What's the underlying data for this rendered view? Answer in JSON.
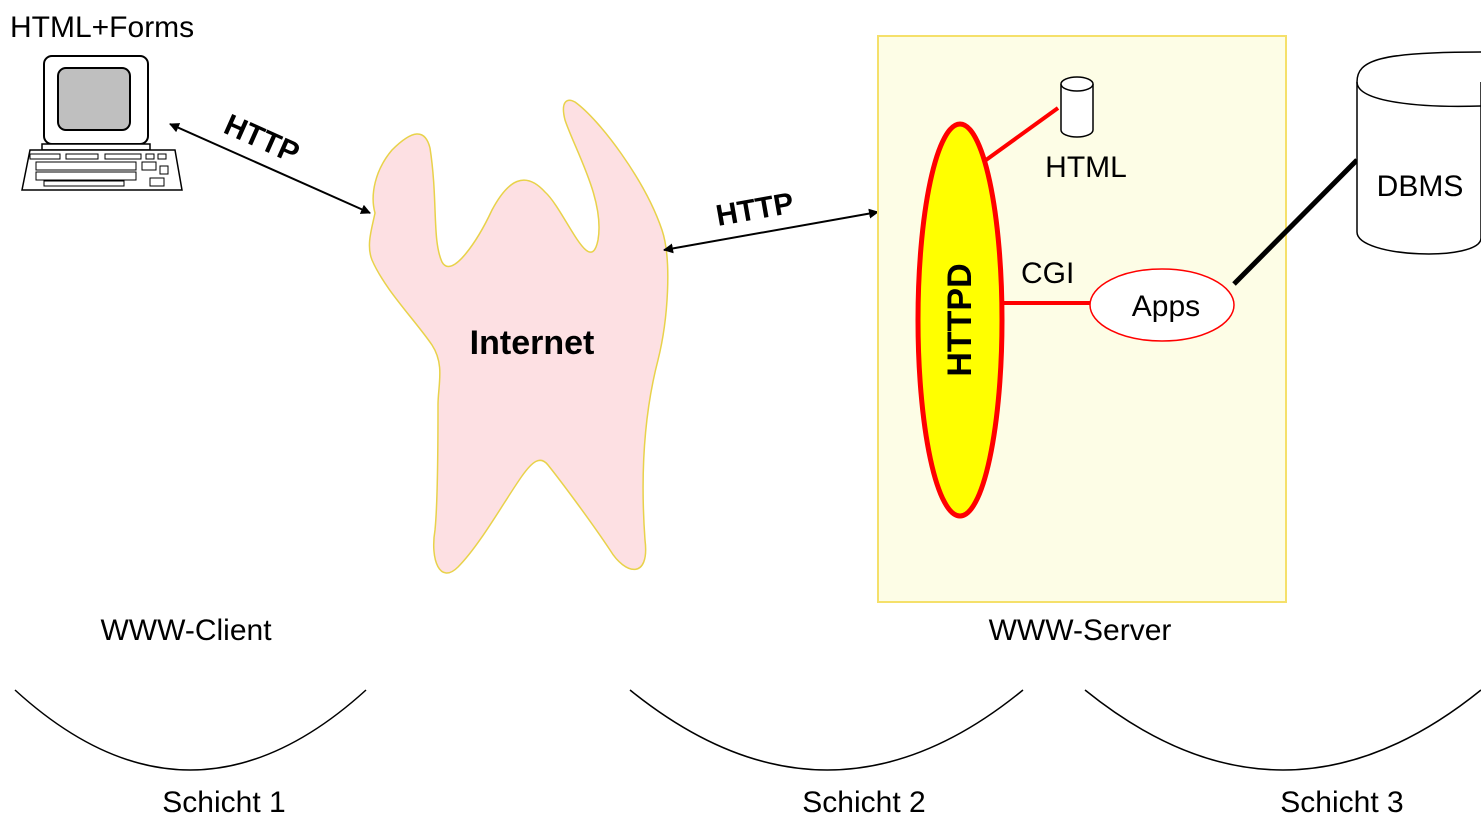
{
  "client": {
    "top_label": "HTML+Forms",
    "caption": "WWW-Client"
  },
  "links": {
    "client_internet": "HTTP",
    "internet_server": "HTTP"
  },
  "internet": {
    "label": "Internet"
  },
  "server": {
    "caption": "WWW-Server",
    "daemon_label": "HTTPD",
    "html_store_label": "HTML",
    "cgi_label": "CGI",
    "apps_label": "Apps"
  },
  "dbms": {
    "label": "DBMS"
  },
  "tiers": [
    "Schicht 1",
    "Schicht 2",
    "Schicht 3"
  ],
  "colors": {
    "server_box_fill": "#fdfde6",
    "server_box_stroke": "#f5e06a",
    "cloud_fill": "#fde0e3",
    "cloud_stroke": "#e8d24a",
    "daemon_fill": "#ffff00",
    "accent_red": "#ff0000",
    "monitor_gray": "#c0c0c0"
  }
}
